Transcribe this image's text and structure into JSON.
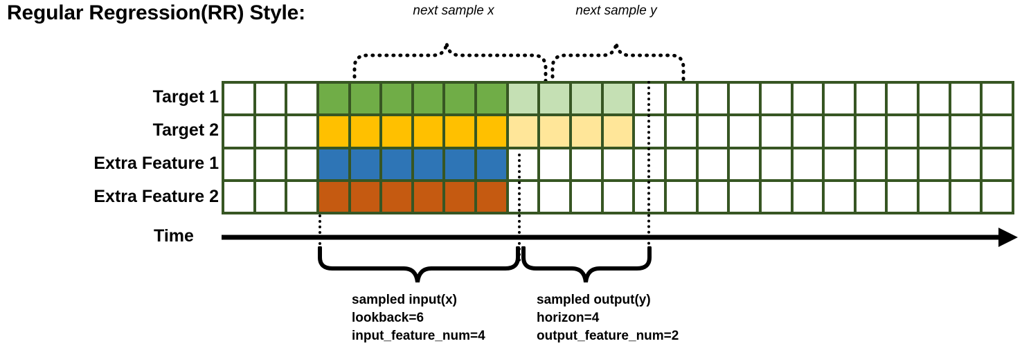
{
  "title": "Regular Regression(RR) Style:",
  "annotations": {
    "next_sample_x": "next sample x",
    "next_sample_y": "next sample y"
  },
  "rows": [
    {
      "label": "Target 1",
      "color": "#70AD47",
      "faded_color": "#C5E0B4",
      "has_output": true
    },
    {
      "label": "Target 2",
      "color": "#FFC000",
      "faded_color": "#FFE699",
      "has_output": true
    },
    {
      "label": "Extra Feature 1",
      "color": "#2E75B6",
      "faded_color": "#FFFFFF",
      "has_output": false
    },
    {
      "label": "Extra Feature 2",
      "color": "#C55A11",
      "faded_color": "#FFFFFF",
      "has_output": false
    }
  ],
  "grid": {
    "total_columns": 25,
    "leading_blank_columns": 3,
    "input_columns": 6,
    "output_columns": 4,
    "trailing_blank_columns": 12,
    "border_color": "#375623",
    "empty_cell_color": "#FFFFFF"
  },
  "time_axis": {
    "label": "Time"
  },
  "input_caption": {
    "line1": "sampled input(x)",
    "line2": "lookback=6",
    "line3": "input_feature_num=4"
  },
  "output_caption": {
    "line1": "sampled output(y)",
    "line2": "horizon=4",
    "line3": "output_feature_num=2"
  }
}
